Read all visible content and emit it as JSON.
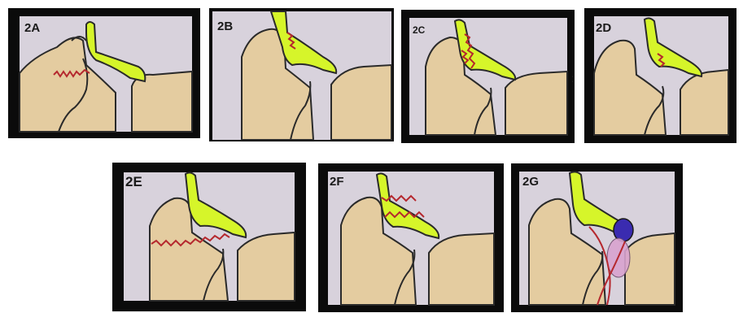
{
  "panels": [
    {
      "id": "2A",
      "label": "2A"
    },
    {
      "id": "2B",
      "label": "2B"
    },
    {
      "id": "2C",
      "label": "2C"
    },
    {
      "id": "2D",
      "label": "2D"
    },
    {
      "id": "2E",
      "label": "2E"
    },
    {
      "id": "2F",
      "label": "2F"
    },
    {
      "id": "2G",
      "label": "2G"
    }
  ],
  "stray_mark": ":",
  "colors": {
    "frame": "#0b0b0b",
    "background": "#d8d2dc",
    "bone": "#e4cca0",
    "outline": "#2a2a2a",
    "ligament": "#d6f52a",
    "suture": "#b5282e",
    "cyst": "#3a2bb0",
    "pink": "#d9a3cf"
  }
}
